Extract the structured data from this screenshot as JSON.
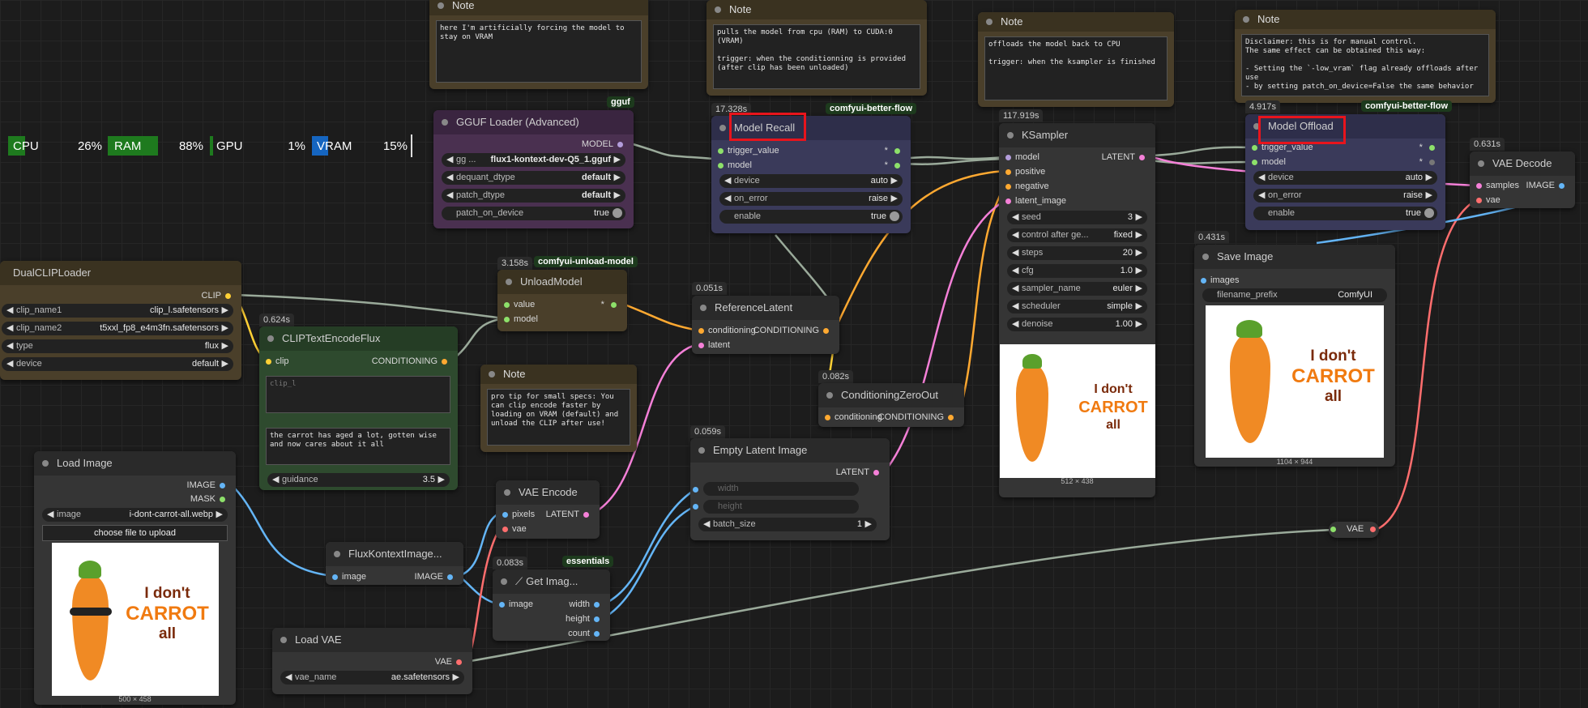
{
  "monitor": {
    "cpu": {
      "label": "CPU",
      "value": "26%"
    },
    "ram": {
      "label": "RAM",
      "value": "88%"
    },
    "gpu": {
      "label": "GPU",
      "value": "1%"
    },
    "vram": {
      "label": "VRAM",
      "value": "15%"
    },
    "levels": {
      "cpu": 0.26,
      "ram": 0.88,
      "gpu": 0.01,
      "vram": 0.15
    },
    "colors": {
      "cpu": "#1e7a1e",
      "ram": "#1e7a1e",
      "gpu": "#1e7a1e",
      "vram": "#1565c0"
    }
  },
  "notes": {
    "n1": {
      "title": "Note",
      "text": "here I'm artificially forcing the model to stay on VRAM"
    },
    "n2": {
      "title": "Note",
      "text": "pulls the model from cpu (RAM) to CUDA:0 (VRAM)\n\ntrigger: when the conditionning is provided\n(after clip has been unloaded)"
    },
    "n3": {
      "title": "Note",
      "text": "offloads the model back to CPU\n\ntrigger: when the ksampler is finished"
    },
    "n4": {
      "title": "Note",
      "text": "Disclaimer: this is for manual control.\nThe same effect can be obtained this way:\n\n- Setting the `-low_vram` flag already offloads after use\n- by setting patch_on_device=False the same behavior"
    },
    "n5": {
      "title": "Note",
      "text": "pro tip for small specs: You can clip encode faster by loading on VRAM (default) and unload the CLIP after use!"
    }
  },
  "gguf": {
    "tag": "gguf",
    "title": "GGUF Loader (Advanced)",
    "out": "MODEL",
    "w": [
      {
        "l": "gg ...",
        "v": "flux1-kontext-dev-Q5_1.gguf"
      },
      {
        "l": "dequant_dtype",
        "v": "default"
      },
      {
        "l": "patch_dtype",
        "v": "default"
      },
      {
        "l": "patch_on_device",
        "v": "true"
      }
    ]
  },
  "recall": {
    "time": "17.328s",
    "tag": "comfyui-better-flow",
    "title": "Model Recall",
    "in": [
      "trigger_value",
      "model"
    ],
    "w": [
      {
        "l": "device",
        "v": "auto"
      },
      {
        "l": "on_error",
        "v": "raise"
      },
      {
        "l": "enable",
        "v": "true"
      }
    ]
  },
  "ksampler": {
    "time": "117.919s",
    "title": "KSampler",
    "out": "LATENT",
    "in": [
      "model",
      "positive",
      "negative",
      "latent_image"
    ],
    "w": [
      {
        "l": "seed",
        "v": "3"
      },
      {
        "l": "control after ge...",
        "v": "fixed"
      },
      {
        "l": "steps",
        "v": "20"
      },
      {
        "l": "cfg",
        "v": "1.0"
      },
      {
        "l": "sampler_name",
        "v": "euler"
      },
      {
        "l": "scheduler",
        "v": "simple"
      },
      {
        "l": "denoise",
        "v": "1.00"
      }
    ],
    "caption": "512 × 438"
  },
  "offload": {
    "time": "4.917s",
    "tag": "comfyui-better-flow",
    "title": "Model Offload",
    "in": [
      "trigger_value",
      "model"
    ],
    "w": [
      {
        "l": "device",
        "v": "auto"
      },
      {
        "l": "on_error",
        "v": "raise"
      },
      {
        "l": "enable",
        "v": "true"
      }
    ]
  },
  "vaedecode": {
    "time": "0.631s",
    "title": "VAE Decode",
    "in": [
      "samples",
      "vae"
    ],
    "out": "IMAGE"
  },
  "save": {
    "time": "0.431s",
    "title": "Save Image",
    "in": "images",
    "w": {
      "l": "filename_prefix",
      "v": "ComfyUI"
    },
    "caption": "1104 × 944"
  },
  "dualclip": {
    "title": "DualCLIPLoader",
    "out": "CLIP",
    "w": [
      {
        "l": "clip_name1",
        "v": "clip_l.safetensors"
      },
      {
        "l": "clip_name2",
        "v": "t5xxl_fp8_e4m3fn.safetensors"
      },
      {
        "l": "type",
        "v": "flux"
      },
      {
        "l": "device",
        "v": "default"
      }
    ]
  },
  "unload": {
    "time": "3.158s",
    "tag": "comfyui-unload-model",
    "title": "UnloadModel",
    "in": [
      "value",
      "model"
    ]
  },
  "refl": {
    "time": "0.051s",
    "title": "ReferenceLatent",
    "in": [
      "conditioning",
      "latent"
    ],
    "out": "CONDITIONING"
  },
  "clipenc": {
    "time": "0.624s",
    "title": "CLIPTextEncodeFlux",
    "in": "clip",
    "out": "CONDITIONING",
    "t1": "clip_l",
    "t2": "the carrot has aged a lot, gotten wise and now cares about it all",
    "w": {
      "l": "guidance",
      "v": "3.5"
    }
  },
  "czo": {
    "time": "0.082s",
    "title": "ConditioningZeroOut",
    "in": "conditioning",
    "out": "CONDITIONING"
  },
  "eli": {
    "time": "0.059s",
    "title": "Empty Latent Image",
    "out": "LATENT",
    "w": [
      {
        "l": "width",
        "v": ""
      },
      {
        "l": "height",
        "v": ""
      },
      {
        "l": "batch_size",
        "v": "1"
      }
    ]
  },
  "loadimg": {
    "title": "Load Image",
    "outs": [
      "IMAGE",
      "MASK"
    ],
    "w": {
      "l": "image",
      "v": "i-dont-carrot-all.webp"
    },
    "btn": "choose file to upload",
    "caption": "500 × 458"
  },
  "fki": {
    "title": "FluxKontextImage...",
    "in": "image",
    "out": "IMAGE"
  },
  "vaeenc": {
    "title": "VAE Encode",
    "in": [
      "pixels",
      "vae"
    ],
    "out": "LATENT"
  },
  "getimg": {
    "time": "0.083s",
    "tag": "essentials",
    "title": "Get Imag...",
    "in": "image",
    "outs": [
      "width",
      "height",
      "count"
    ]
  },
  "loadvae": {
    "title": "Load VAE",
    "out": "VAE",
    "w": {
      "l": "vae_name",
      "v": "ae.safetensors"
    }
  },
  "reroute": {
    "label": "VAE"
  },
  "carrot": {
    "line1": "I don't",
    "line2": "CARROT",
    "line3": "all"
  }
}
